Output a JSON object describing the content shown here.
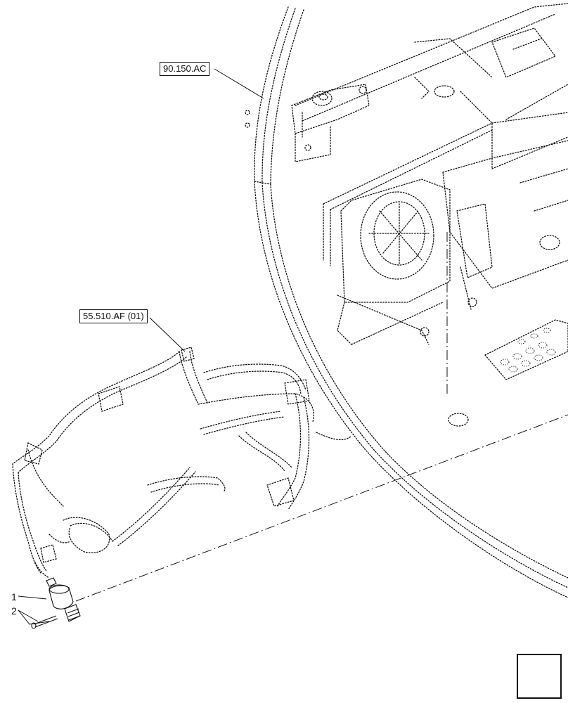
{
  "references": {
    "cab_frame_ref": "90.150.AC",
    "harness_ref": "55.510.AF (01)"
  },
  "callouts": [
    {
      "number": "1"
    },
    {
      "number": "2"
    }
  ],
  "icons": {
    "navigation": "previous-page-arrow-icon"
  }
}
